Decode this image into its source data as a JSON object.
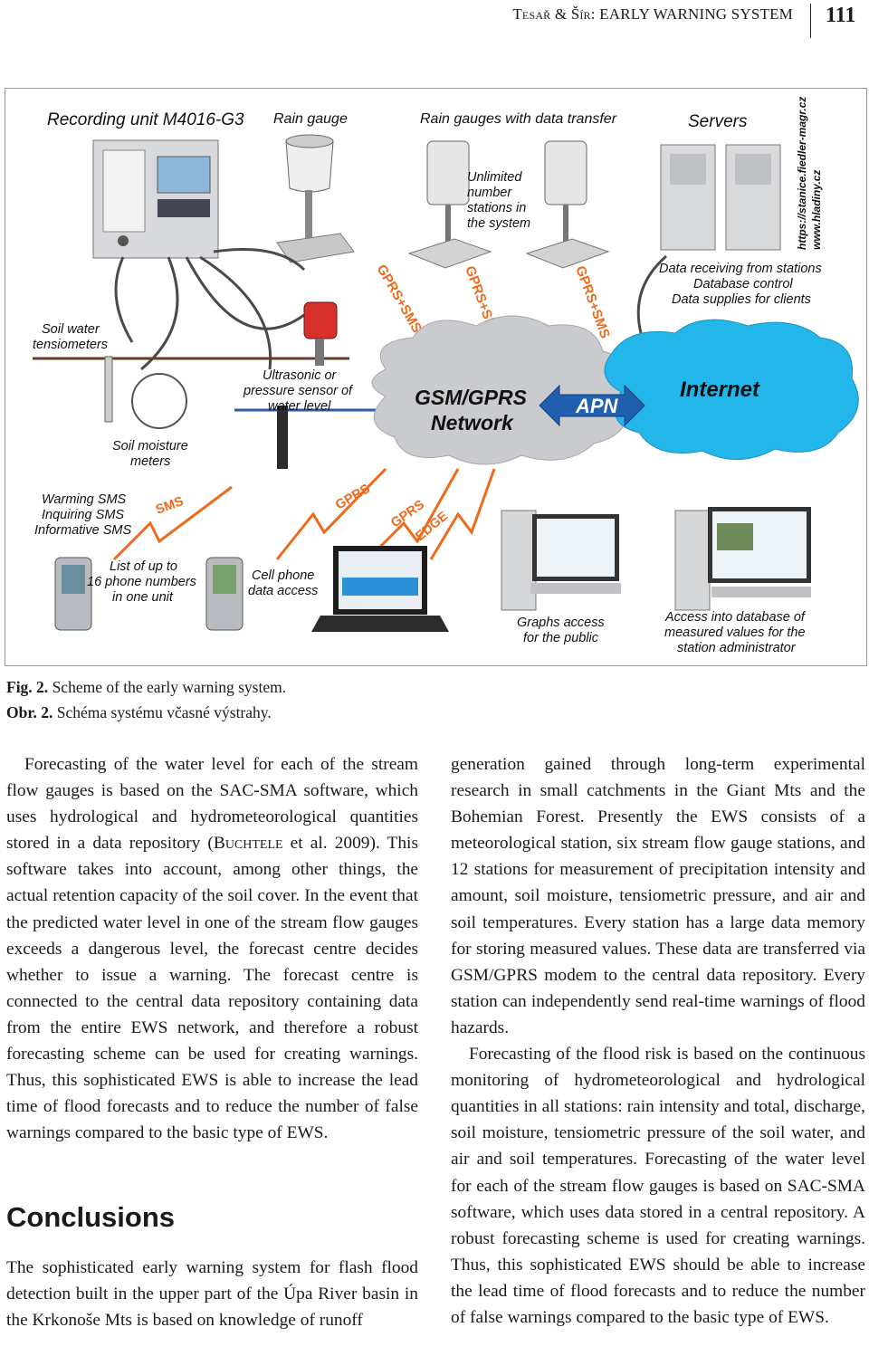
{
  "header": {
    "running_head": "Tesař & Šír: EARLY WARNING SYSTEM",
    "page_number": "111"
  },
  "figure": {
    "titles": {
      "recording_unit": "Recording unit M4016-G3",
      "rain_gauge": "Rain gauge",
      "rain_gauges_transfer": "Rain gauges with data transfer",
      "servers": "Servers"
    },
    "unlimited": [
      "Unlimited",
      "number",
      "stations in",
      "the system"
    ],
    "urls": [
      "https://stanice.fiedler-magr.cz",
      "www.hladiny.cz"
    ],
    "server_functions": [
      "Data receiving from stations",
      "Database control",
      "Data supplies for clients"
    ],
    "soil_water": [
      "Soil water",
      "tensiometers"
    ],
    "ultrasonic": [
      "Ultrasonic or",
      "pressure sensor of",
      "water level"
    ],
    "soil_moisture": [
      "Soil moisture",
      "meters"
    ],
    "gsm_network": [
      "GSM/GPRS",
      "Network"
    ],
    "apn": "APN",
    "internet": "Internet",
    "gprs_sms": "GPRS+SMS",
    "sms_types": [
      "Warming SMS",
      "Inquiring SMS",
      "Informative SMS"
    ],
    "sms": "SMS",
    "gprs": "GPRS",
    "edge": "EDGE",
    "phone_list": [
      "List of up to",
      "16 phone numbers",
      "in one unit"
    ],
    "cell_phone": [
      "Cell phone",
      "data access"
    ],
    "graphs_access": [
      "Graphs access",
      "for the public"
    ],
    "db_access": [
      "Access into database of",
      "measured values for the",
      "station administrator"
    ],
    "colors": {
      "cloud_gray": "#c9cbcf",
      "internet_cyan": "#22b6ea",
      "apn_blue": "#1f5fae",
      "lightning_orange": "#ee6a1a"
    }
  },
  "caption": {
    "en_label": "Fig. 2.",
    "en_text": " Scheme of the early warning system.",
    "cz_label": "Obr. 2.",
    "cz_text": " Schéma systému včasné výstrahy."
  },
  "body": {
    "left_p1_a": "Forecasting of the water level for each of the stream flow gauges is based on the SAC-SMA software, which uses hydrological and hydrometeorological quantities stored in a data repository (",
    "left_p1_cite": "Buchtele",
    "left_p1_b": " et al. 2009). This software takes into account, among other things, the actual retention capacity of the soil cover. In the event that the predicted water level in one of the stream flow gauges exceeds a dangerous level, the forecast centre decides whether to issue a warning. The forecast centre is connected to the central data repository containing data from the entire EWS network, and therefore a robust forecasting scheme can be used for creating warnings. Thus, this sophisticated EWS is able to increase the lead time of flood forecasts and to reduce the number of false warnings compared to the basic type of EWS.",
    "conclusions_heading": "Conclusions",
    "conclusions_text": "The sophisticated early warning system for flash flood detection built in the upper part of the Úpa River basin in the Krkonoše Mts is based on knowledge of runoff",
    "right_p1": "generation gained through long-term experimental research in small catchments in the Giant Mts and the Bohemian Forest. Presently the EWS consists of a meteorological station, six stream flow gauge stations, and 12 stations for measurement of precipitation intensity and amount, soil moisture, tensiometric pressure, and air and soil temperatures. Every station has a large data memory for storing measured values. These data are transferred via GSM/GPRS modem to the central data repository. Every station can independently send real-time warnings of flood hazards.",
    "right_p2": "Forecasting of the flood risk is based on the continuous monitoring of hydrometeorological and hydrological quantities in all stations: rain intensity and total, discharge, soil moisture, tensiometric pressure of the soil water, and air and soil temperatures. Forecasting of the water level for each of the stream flow gauges is based on SAC-SMA software, which uses data stored in a central repository. A robust forecasting scheme is used for creating warnings. Thus, this sophisticated EWS should be able to increase the lead time of flood forecasts and to reduce the number of false warnings compared to the basic type of EWS."
  }
}
